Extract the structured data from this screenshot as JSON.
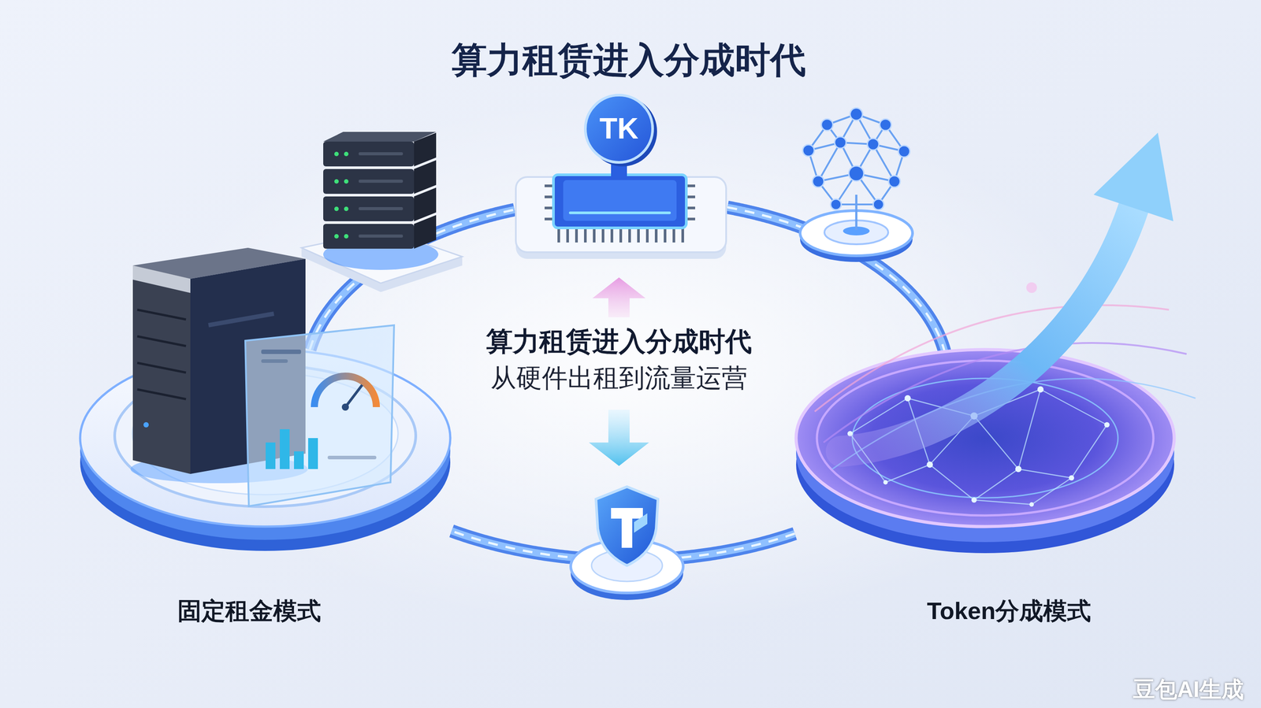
{
  "diagram": {
    "title": "算力租赁进入分成时代",
    "nodes": [
      {
        "text": [
          "TK"
        ]
      },
      {
        "text": [
          "固定租金模式"
        ]
      },
      {
        "text": [
          "Token分成模式"
        ]
      }
    ],
    "edges": [
      {
        "from": 1,
        "to": 0,
        "arrow": "none"
      },
      {
        "from": 0,
        "to": 2,
        "arrow": "none"
      },
      {
        "from": 2,
        "to": 1,
        "arrow": "none"
      }
    ],
    "labels": [
      "算力租赁进入分成时代",
      "从硬件出租到流量运营",
      "豆包AI生成"
    ]
  }
}
